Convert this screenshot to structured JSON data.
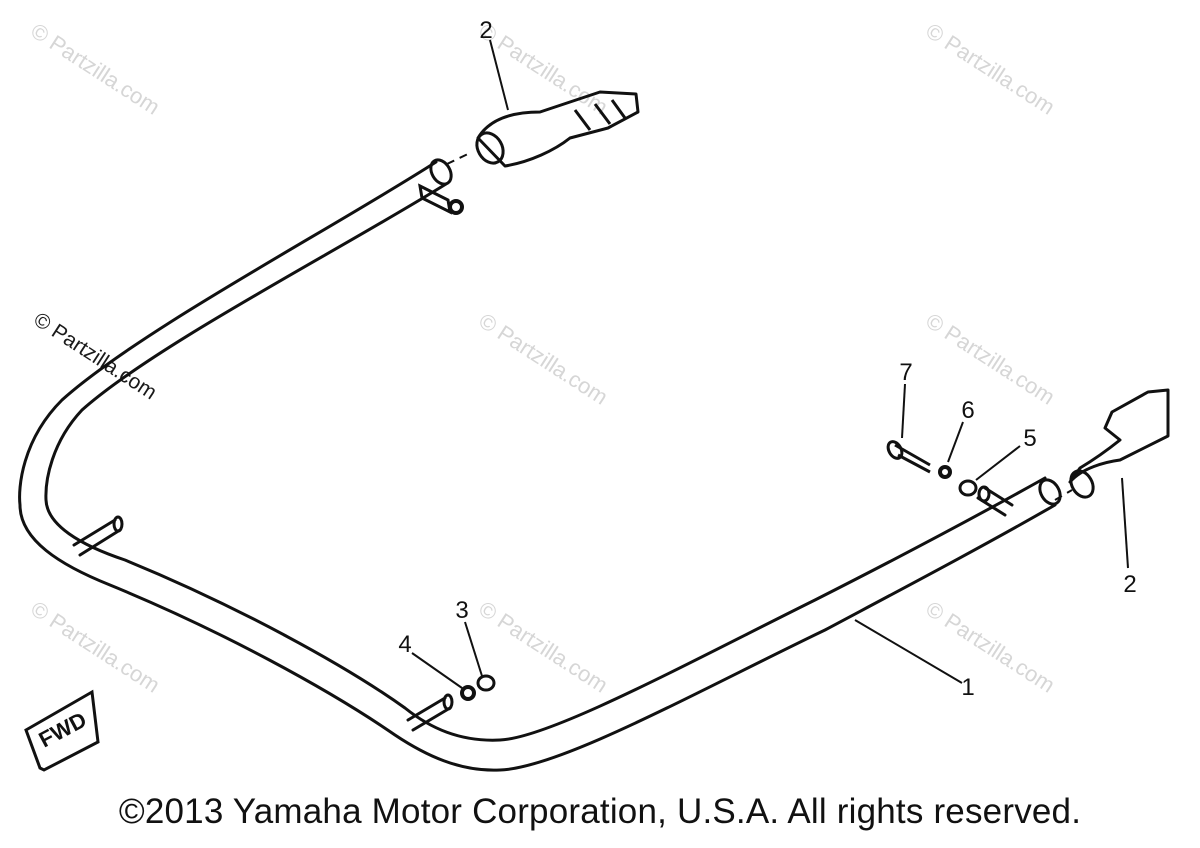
{
  "watermark": "© Partzilla.com",
  "callouts": [
    "1",
    "2",
    "2",
    "3",
    "4",
    "5",
    "6",
    "7"
  ],
  "fwd_label": "FWD",
  "copyright": "©2013 Yamaha Motor Corporation, U.S.A. All rights reserved."
}
